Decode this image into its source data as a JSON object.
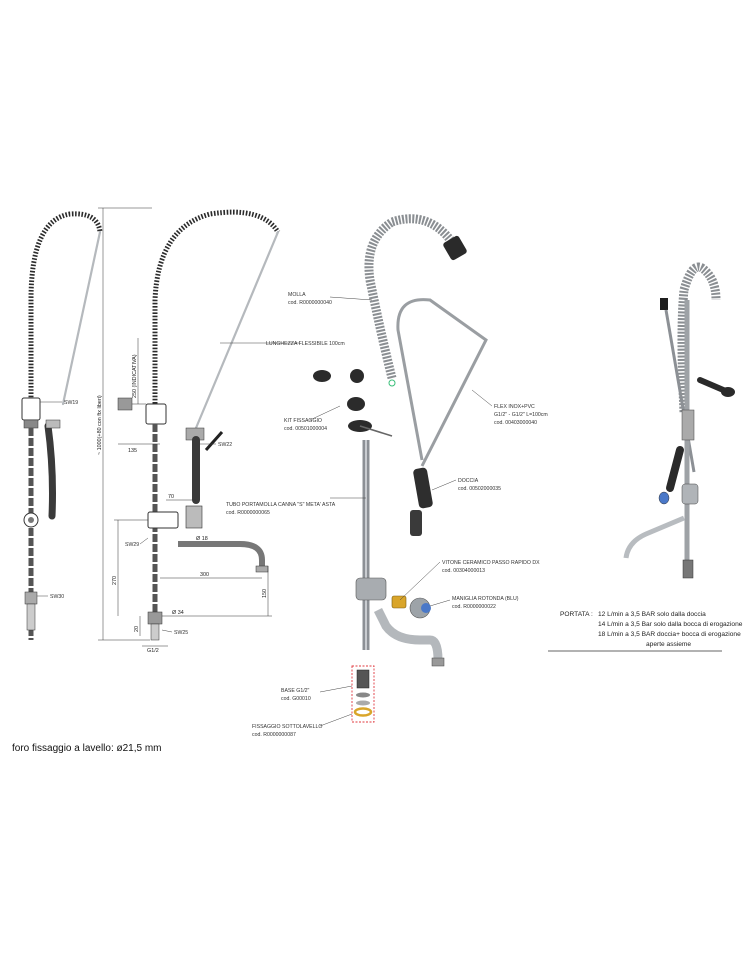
{
  "drawing": {
    "spring_label": "MOLLA",
    "spring_code": "cod. R0000000040",
    "flexible_length": "LUNGHEZZA FLESSIBILE 100cm",
    "fixing_kit_label": "KIT FISSAGGIO",
    "fixing_kit_code": "cod. 00501000004",
    "flex_label": "FLEX INOX+PVC",
    "flex_spec": "G1/2\" - G1/2\" L=100cm",
    "flex_code": "cod. 00403000040",
    "shower_label": "DOCCIA",
    "shower_code": "cod. 00502000035",
    "tube_label": "TUBO PORTAMOLLA CANNA \"S\" META' ASTA",
    "tube_code": "cod. R0000000065",
    "cartridge_label": "VITONE CERAMICO PASSO RAPIDO DX",
    "cartridge_code": "cod. 00304000013",
    "handle_label": "MANIGLIA ROTONDA (BLU)",
    "handle_code": "cod. R0000000022",
    "base_label": "BASE G1/2\"",
    "base_code": "cod. G00010",
    "underfix_label": "FISSAGGIO SOTTOLAVELLO",
    "underfix_code": "cod. R0000000087"
  },
  "dimensions": {
    "sw19": "SW19",
    "sw30": "SW30",
    "sw22": "SW22",
    "sw29": "SW29",
    "sw25": "SW25",
    "height_total": "~ 1000(+80 con ftx liberi)",
    "h250": "250 (INDICATIVA)",
    "w135": "135",
    "h70": "70",
    "d18": "Ø 18",
    "w300": "300",
    "h270": "270",
    "h150": "150",
    "h20": "20",
    "d34": "Ø 34",
    "g12": "G1/2"
  },
  "flow": {
    "label": "PORTATA :",
    "line1": "12 L/min a 3,5 BAR solo dalla doccia",
    "line2": "14 L/min a 3,5 Bar solo dalla bocca di erogazione",
    "line3": "18 L/min a 3,5 BAR doccia+ bocca di erogazione",
    "line4": "aperte assieme"
  },
  "footer": "foro fissaggio a lavello: ø21,5 mm",
  "colors": {
    "handle_blue": "#4a78c8",
    "brass": "#d9a52a",
    "highlight_red": "#e0383e"
  }
}
